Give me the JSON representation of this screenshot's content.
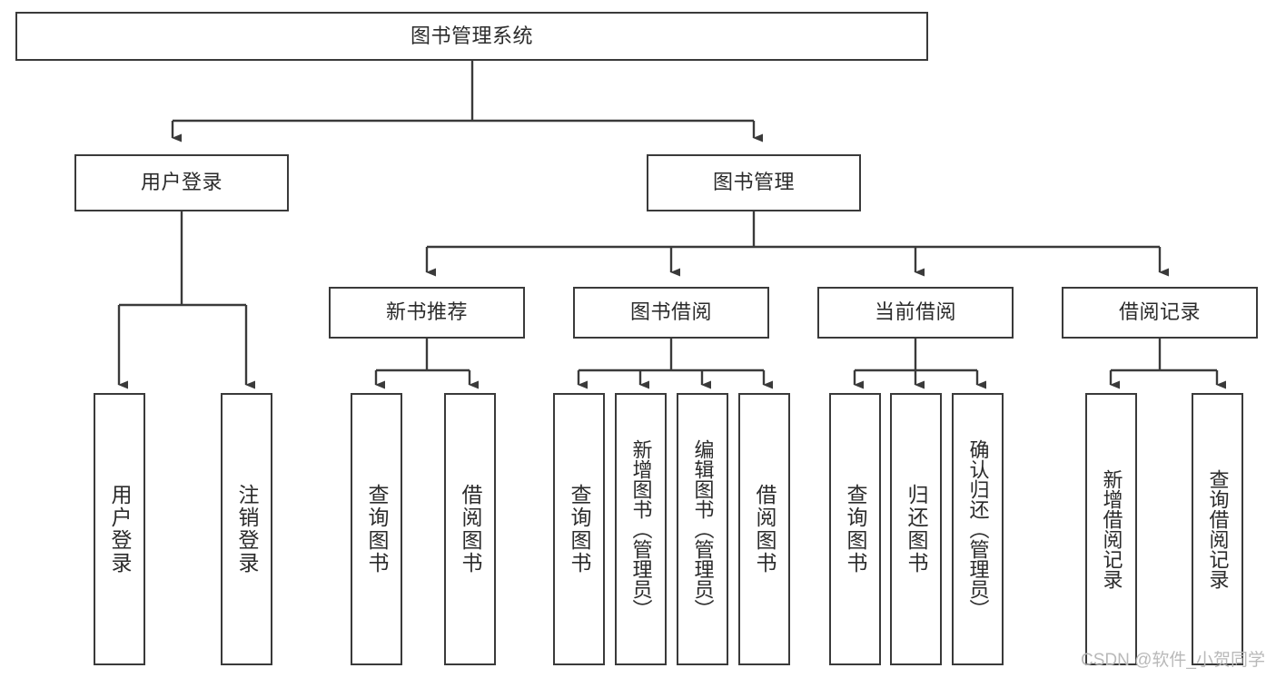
{
  "diagram": {
    "type": "tree",
    "title": "图书管理系统",
    "watermark": "CSDN @软件_小贺同学",
    "colors": {
      "node_border": "#3a3a3a",
      "node_fill": "#ffffff",
      "connector": "#3a3a3a",
      "text": "#2b2b2b",
      "watermark": "#b9b9b9",
      "background": "#ffffff"
    },
    "nodes": {
      "root": {
        "label": "图书管理系统"
      },
      "level2": [
        {
          "id": "user-login",
          "label": "用户登录"
        },
        {
          "id": "book-manage",
          "label": "图书管理"
        }
      ],
      "level3": [
        {
          "id": "new-book-recommend",
          "label": "新书推荐"
        },
        {
          "id": "book-borrow",
          "label": "图书借阅"
        },
        {
          "id": "current-borrow",
          "label": "当前借阅"
        },
        {
          "id": "borrow-record",
          "label": "借阅记录"
        }
      ],
      "leaves": {
        "user-login": [
          {
            "id": "leaf-user-login",
            "label": "用户登录"
          },
          {
            "id": "leaf-logout-login",
            "label": "注销登录"
          }
        ],
        "new-book-recommend": [
          {
            "id": "leaf-query-book-1",
            "label": "查询图书"
          },
          {
            "id": "leaf-borrow-book-1",
            "label": "借阅图书"
          }
        ],
        "book-borrow": [
          {
            "id": "leaf-query-book-2",
            "label": "查询图书"
          },
          {
            "id": "leaf-add-book-admin",
            "label": "新增图书（管理员）"
          },
          {
            "id": "leaf-edit-book-admin",
            "label": "编辑图书（管理员）"
          },
          {
            "id": "leaf-borrow-book-2",
            "label": "借阅图书"
          }
        ],
        "current-borrow": [
          {
            "id": "leaf-query-book-3",
            "label": "查询图书"
          },
          {
            "id": "leaf-return-book",
            "label": "归还图书"
          },
          {
            "id": "leaf-confirm-return-admin",
            "label": "确认归还（管理员）"
          }
        ],
        "borrow-record": [
          {
            "id": "leaf-add-borrow-record",
            "label": "新增借阅记录"
          },
          {
            "id": "leaf-query-borrow-record",
            "label": "查询借阅记录"
          }
        ]
      }
    }
  }
}
